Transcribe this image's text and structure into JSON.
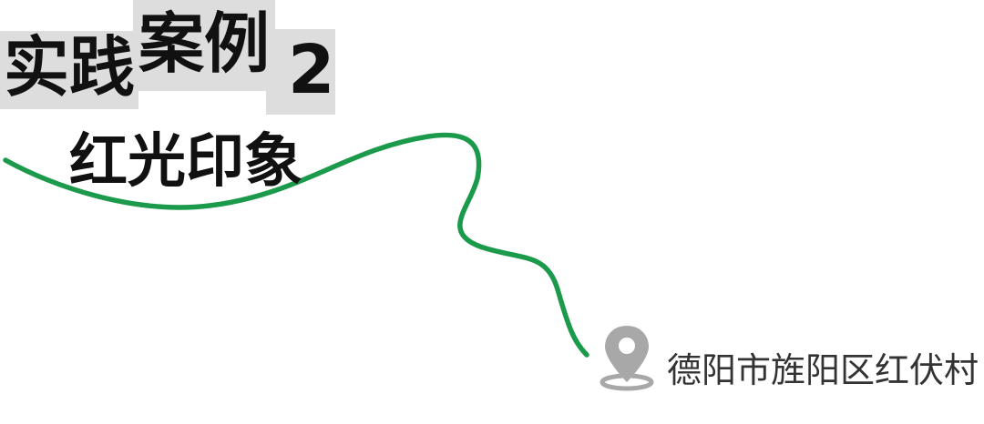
{
  "title": {
    "part1": "实践",
    "part2": "案例",
    "number": "2"
  },
  "subtitle": "红光印象",
  "location": {
    "icon": "location-pin-icon",
    "label": "德阳市旌阳区红伏村"
  },
  "colors": {
    "route": "#1c9a4c",
    "title_box": "#dcdddc",
    "pin": "#a8a8a8",
    "text": "#111111"
  }
}
